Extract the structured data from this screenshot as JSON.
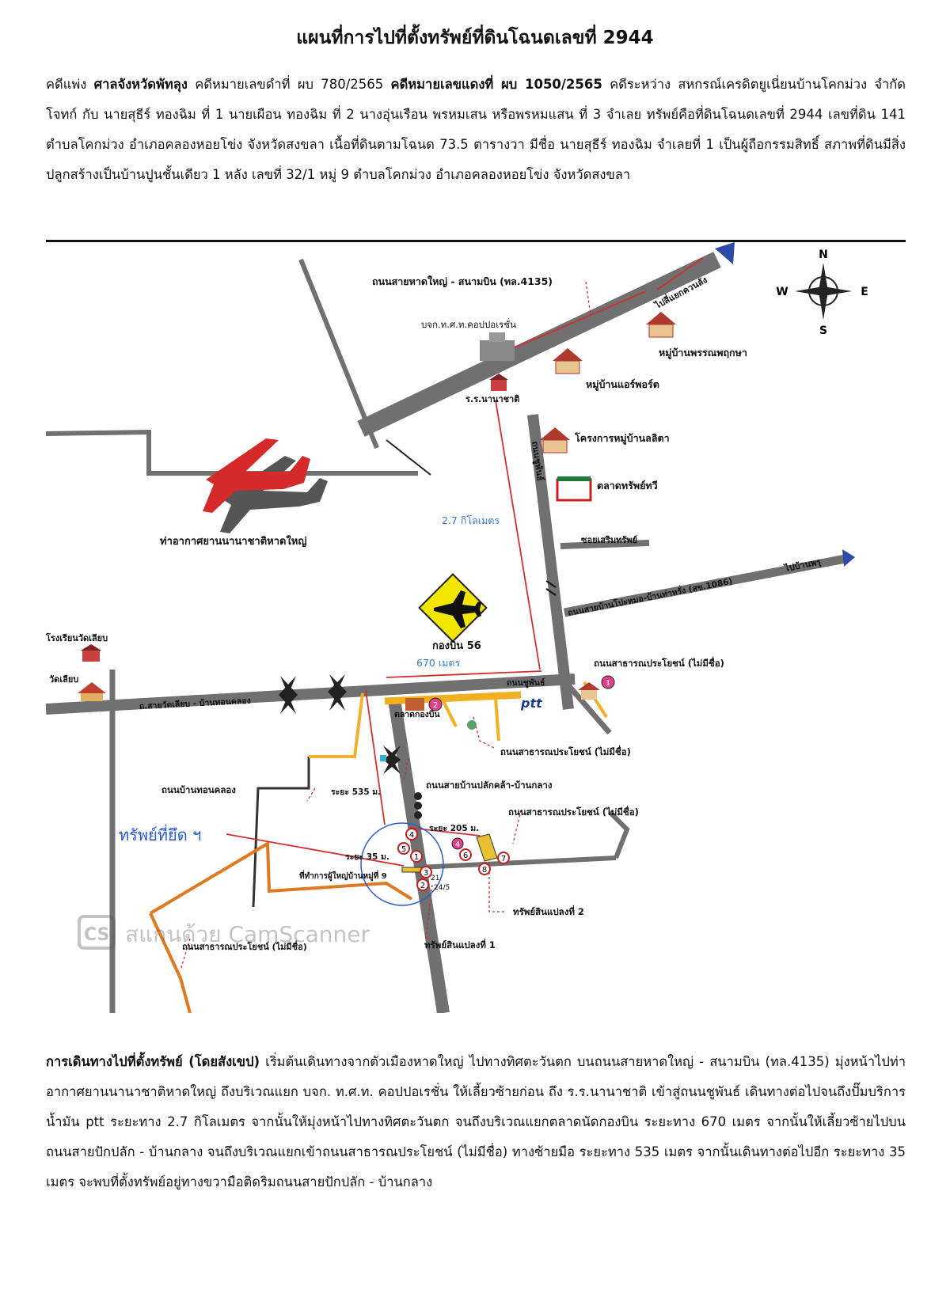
{
  "document": {
    "title": "แผนที่การไปที่ตั้งทรัพย์ที่ดินโฉนดเลขที่ 2944",
    "intro": {
      "p1": "คดีแพ่ง ",
      "court": "ศาลจังหวัดพัทลุง",
      "p2": " คดีหมายเลขดำที่ ผบ 780/2565 ",
      "red_case": "คดีหมายเลขแดงที่ ผบ 1050/2565",
      "p3": " คดีระหว่าง สหกรณ์เครดิตยูเนี่ยนบ้านโคกม่วง จำกัด โจทก์ กับ นายสุธีร์ ทองฉิม ที่ 1 นายเผือน ทองฉิม ที่ 2 นางอุ่นเรือน พรหมเสน หรือพรหมแสน ที่ 3 จำเลย ทรัพย์คือที่ดินโฉนดเลขที่ 2944 เลขที่ดิน 141 ตำบลโคกม่วง อำเภอคลองหอยโข่ง จังหวัดสงขลา เนื้อที่ดินตามโฉนด 73.5 ตารางวา มีชื่อ นายสุธีร์ ทองฉิม จำเลยที่ 1 เป็นผู้ถือกรรมสิทธิ์ สภาพที่ดินมีสิ่งปลูกสร้างเป็นบ้านปูนชั้นเดียว 1 หลัง เลขที่ 32/1 หมู่ 9 ตำบลโคกม่วง อำเภอคลองหอยโข่ง จังหวัดสงขลา"
    },
    "route": {
      "heading": "การเดินทางไปที่ตั้งทรัพย์ (โดยสังเขป)",
      "text": " เริ่มต้นเดินทางจากตัวเมืองหาดใหญ่ ไปทางทิศตะวันตก บนถนนสายหาดใหญ่ - สนามบิน (ทล.4135) มุ่งหน้าไปท่าอากาศยานนานาชาติหาดใหญ่ ถึงบริเวณแยก บจก. ท.ศ.ท. คอปปอเรชั่น ให้เลี้ยวซ้ายก่อน ถึง ร.ร.นานาชาติ เข้าสู่ถนนชูพันธ์ เดินทางต่อไปจนถึงปั๊มบริการน้ำมัน ptt ระยะทาง 2.7 กิโลเมตร จากนั้นให้มุ่งหน้าไปทางทิศตะวันตก จนถึงบริเวณแยกตลาดนัดกองบิน ระยะทาง 670 เมตร จากนั้นให้เลี้ยวซ้ายไปบนถนนสายปักปลัก - บ้านกลาง จนถึงบริเวณแยกเข้าถนนสาธารณประโยชน์ (ไม่มีชื่อ) ทางซ้ายมือ ระยะทาง 535 เมตร จากนั้นเดินทางต่อไปอีก ระยะทาง 35 เมตร จะพบที่ตั้งทรัพย์อยู่ทางขวามือติดริมถนนสายปักปลัก - บ้านกลาง"
    }
  },
  "map": {
    "compass": {
      "n": "N",
      "s": "S",
      "e": "E",
      "w": "W"
    },
    "labels": {
      "road_airport": "ถนนสายหาดใหญ่ - สนามบิน (ทล.4135)",
      "to_khorhong": "ไปสี่แยกควนลัง",
      "company": "บจก.ท.ศ.ท.คอปปอเรชั่น",
      "village_pornpruksa": "หมู่บ้านพรรณพฤกษา",
      "village_airport": "หมู่บ้านแอร์พอร์ต",
      "school_intl": "ร.ร.นานาชาติ",
      "project_lalita": "โครงการหมู่บ้านลลิตา",
      "market_sapthawee": "ตลาดทรัพย์ทวี",
      "road_chuphan": "ถนนชูพันธ์",
      "dist_27": "2.7 กิโลเมตร",
      "airport": "ท่าอากาศยานนานาชาติหาดใหญ่",
      "soi_soemsap": "ซอยเสริมทรัพย์",
      "to_ban_phru": "ไปบ้านพรุ",
      "road_kho_hong": "ถนนสายบ้านโปะหมอ-บ้านท่าหรั่ง (สข.1086)",
      "wing56": "กองบิน 56",
      "dist_670": "670 เมตร",
      "public_road_top": "ถนนสาธารณประโยชน์ (ไม่มีชื่อ)",
      "school_wat": "โรงเรียนวัดเลียบ",
      "wat": "วัดเลียบ",
      "road_wat": "ถ.สายวัดเลียบ - บ้านทอนคลอง",
      "road_chuphan2": "ถนนชูพันธ์",
      "market_wing": "ตลาดกองบิน",
      "ptt": "ptt",
      "public_road_mid": "ถนนสาธารณประโยชน์ (ไม่มีชื่อ)",
      "road_paklak": "ถนนสายบ้านปลักคล้า-บ้านกลาง",
      "road_thonkhlong": "ถนนบ้านทอนคลอง",
      "dist_535": "ระยะ 535 ม.",
      "dist_205": "ระยะ 205 ม.",
      "public_road_right": "ถนนสาธารณประโยชน์ (ไม่มีชื่อ)",
      "seized": "ทรัพย์ที่ยึด ฯ",
      "dist_35": "ระยะ 35 ม.",
      "village_office": "ที่ทำการผู้ใหญ่บ้านหมู่ที่ 9",
      "plot2": "ทรัพย์สินแปลงที่ 2",
      "public_road_bottom": "ถนนสาธารณประโยชน์ (ไม่มีชื่อ)",
      "plot1": "ทรัพย์สินแปลงที่ 1",
      "num_21": "21",
      "num_245": "24/5",
      "watermark": "สแกนด้วย CamScanner",
      "cs": "CS"
    },
    "markers": [
      "1",
      "2",
      "3",
      "4",
      "5",
      "6",
      "7",
      "8"
    ]
  }
}
